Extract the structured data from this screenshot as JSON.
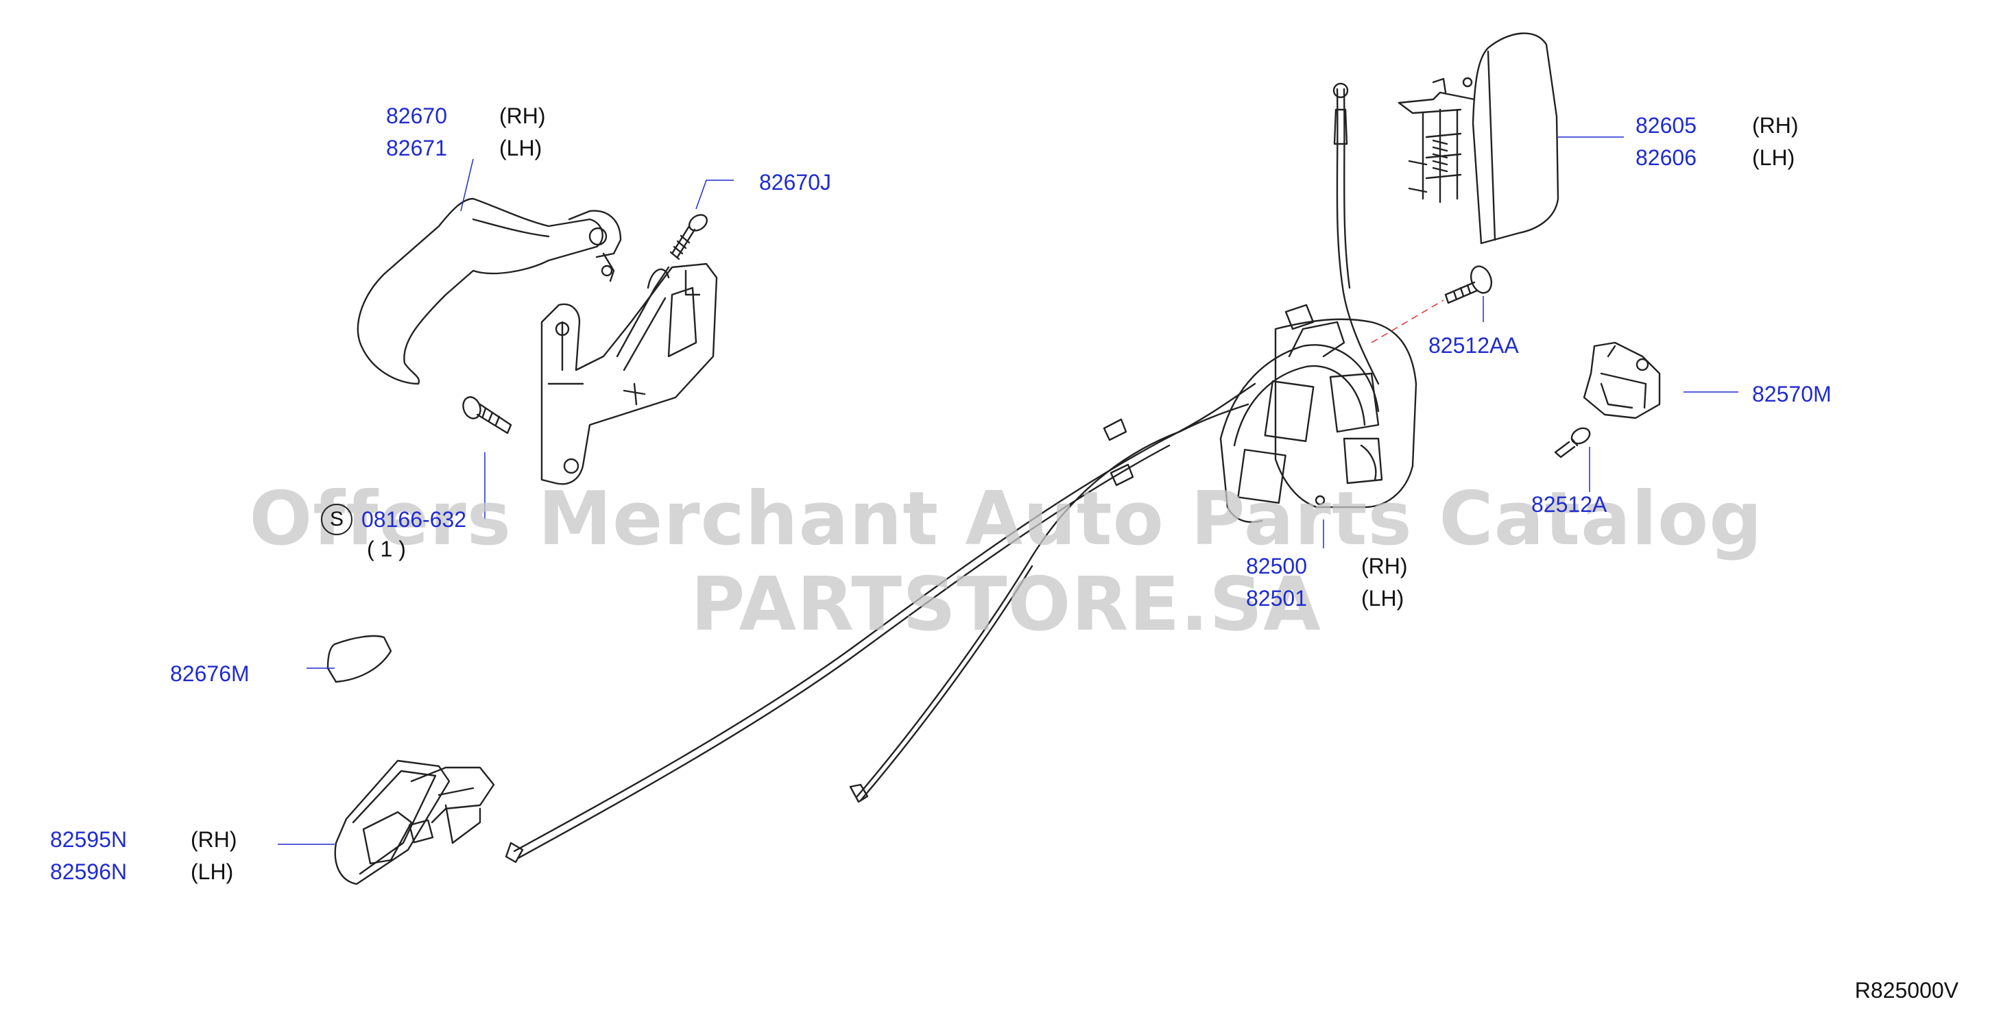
{
  "diagram_code": "R825000V",
  "watermark": "Offers Merchant Auto Parts Catalog PARTSTORE.SA",
  "callouts": {
    "inside_handle": {
      "rh": "82670",
      "rh_side": "(RH)",
      "lh": "82671",
      "lh_side": "(LH)"
    },
    "handle_screw": "82670J",
    "outside_handle": {
      "rh": "82605",
      "rh_side": "(RH)",
      "lh": "82606",
      "lh_side": "(LH)"
    },
    "lock_bolt": "82512AA",
    "striker": "82570M",
    "striker_screw": "82512A",
    "bolt_symbol": "S",
    "bolt_part": "08166-632",
    "bolt_qty": "( 1 )",
    "door_lock": {
      "rh": "82500",
      "rh_side": "(RH)",
      "lh": "82501",
      "lh_side": "(LH)"
    },
    "pad": "82676M",
    "rear_handle": {
      "rh": "82595N",
      "rh_side": "(RH)",
      "lh": "82596N",
      "lh_side": "(LH)"
    }
  }
}
